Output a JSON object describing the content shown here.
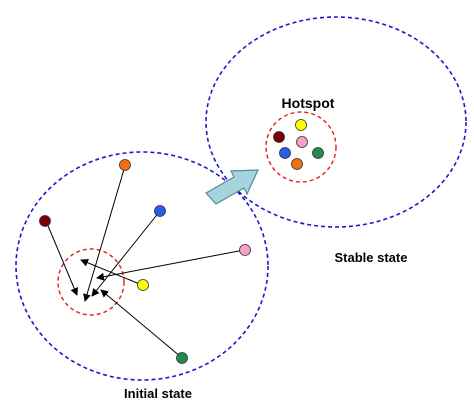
{
  "labels": {
    "hotspot": "Hotspot",
    "stable_state": "Stable state",
    "initial_state": "Initial state"
  },
  "colors": {
    "region_outline": "#1a1acd",
    "hotspot_outline": "#e02020",
    "arrow_fill": "#a6d4dc",
    "arrow_stroke": "#4f8f9a",
    "particle_dark_red": "#7a0000",
    "particle_orange": "#f07010",
    "particle_blue": "#2a5ee8",
    "particle_pink": "#f4a0c8",
    "particle_yellow": "#ffff00",
    "particle_green": "#208a50"
  },
  "particles": [
    {
      "id": "dark-red",
      "color_key": "particle_dark_red"
    },
    {
      "id": "orange",
      "color_key": "particle_orange"
    },
    {
      "id": "blue",
      "color_key": "particle_blue"
    },
    {
      "id": "pink",
      "color_key": "particle_pink"
    },
    {
      "id": "yellow",
      "color_key": "particle_yellow"
    },
    {
      "id": "green",
      "color_key": "particle_green"
    }
  ]
}
